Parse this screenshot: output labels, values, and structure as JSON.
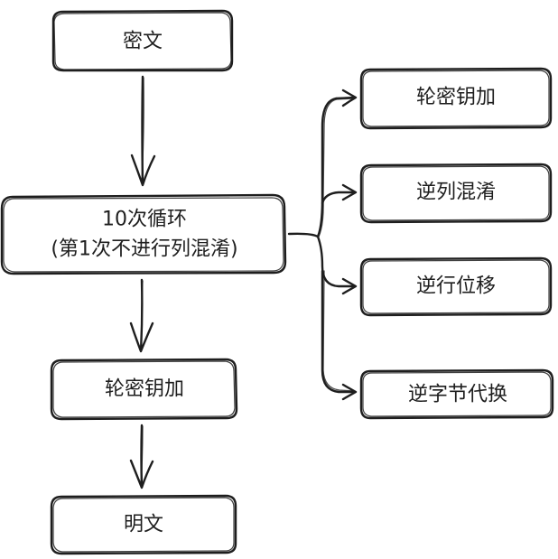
{
  "nodes": {
    "ciphertext": "密文",
    "loop_line1": "10次循环",
    "loop_line2": "(第1次不进行列混淆)",
    "add_round_key_final": "轮密钥加",
    "plaintext": "明文",
    "step_add_round_key": "轮密钥加",
    "step_inv_mix_columns": "逆列混淆",
    "step_inv_shift_rows": "逆行位移",
    "step_inv_sub_bytes": "逆字节代换"
  },
  "colors": {
    "stroke": "#1e1e1e",
    "fill": "#ffffff"
  }
}
